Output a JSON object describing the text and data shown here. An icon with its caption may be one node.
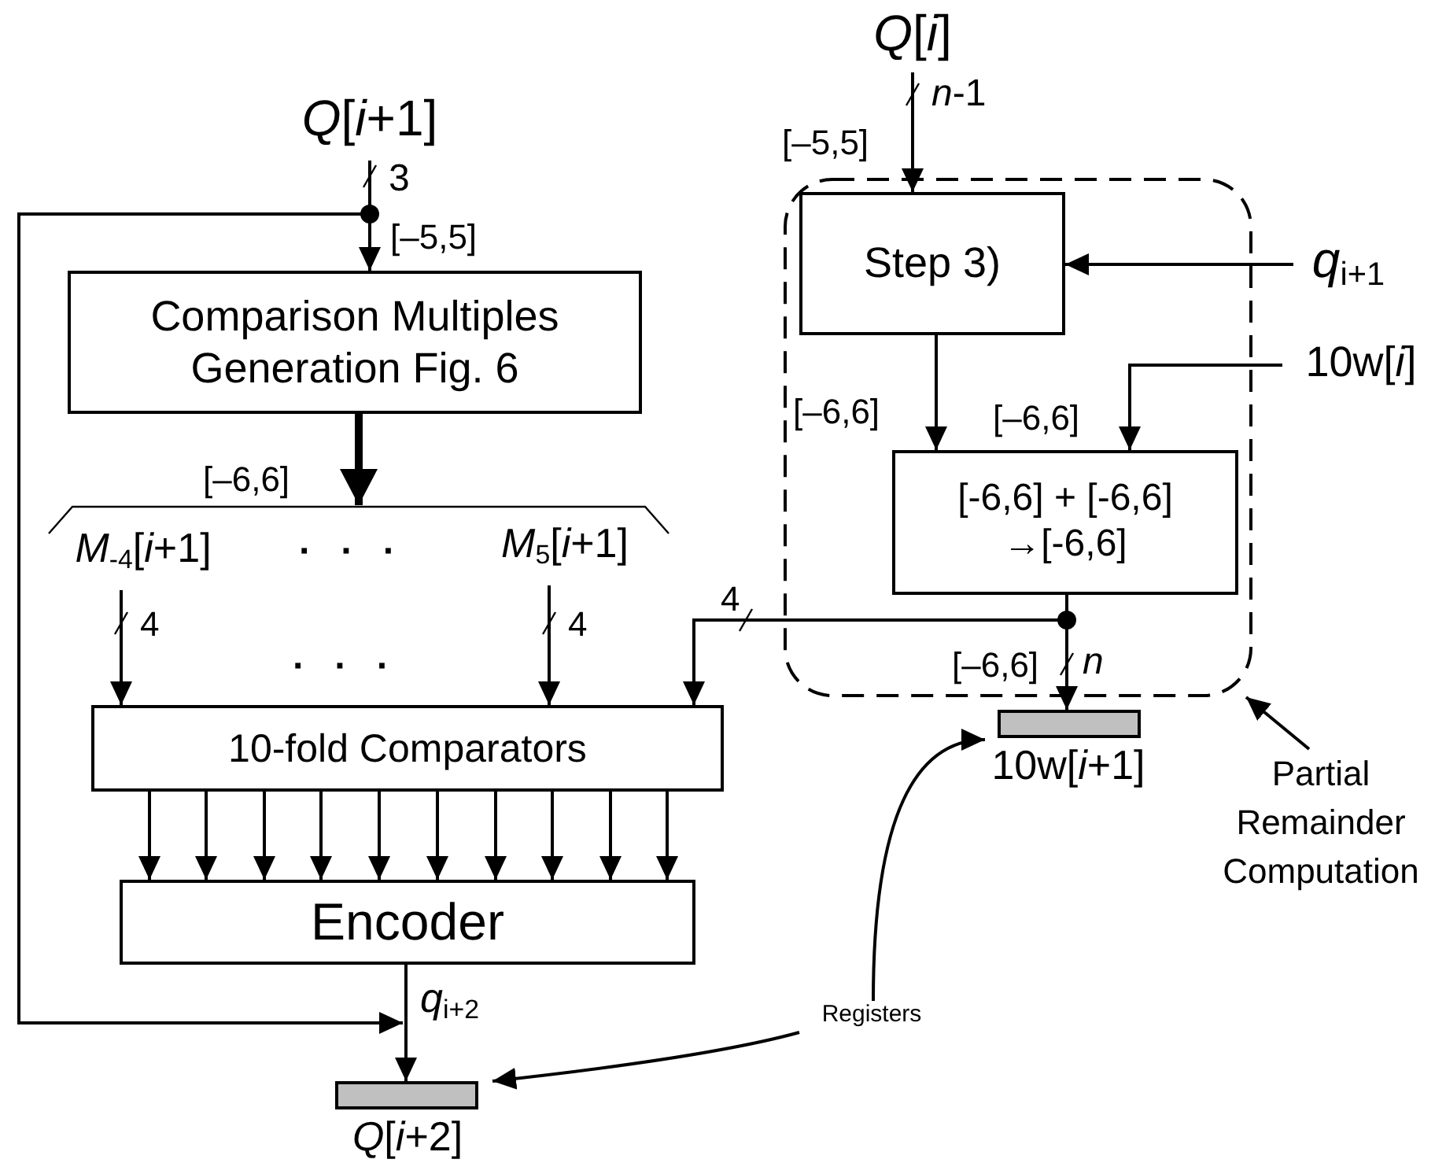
{
  "diagram": {
    "nodes": [
      {
        "text": [
          "*Q*[*i*+1]"
        ]
      },
      {
        "text": [
          "Comparison Multiples Generation Fig. 6"
        ]
      },
      {
        "text": [],
        "shape": "bracket"
      },
      {
        "text": [
          "*M*$_{-4}$[*i*+1]"
        ]
      },
      {
        "text": [
          "*M*$_{5}$[*i*+1]"
        ]
      },
      {
        "text": [
          "10-fold Comparators"
        ]
      },
      {
        "text": [
          "Encoder"
        ]
      },
      {
        "text": [
          "*Q*[*i*+2]"
        ]
      },
      {
        "text": [
          "*Q*[*i*]"
        ]
      },
      {
        "text": [],
        "shape": "box"
      },
      {
        "text": [
          "Step 3)"
        ],
        "in": 9
      },
      {
        "text": [
          "*q*$_{i+1}$"
        ]
      },
      {
        "text": [
          "10w[*i*]"
        ]
      },
      {
        "text": [
          "[-6,6] + [-6,6] →[-6,6]"
        ],
        "in": 9
      },
      {
        "text": [
          "10w[*i*+1]"
        ]
      },
      {
        "text": [
          "Partial Remainder Computation"
        ]
      },
      {
        "text": [
          "Registers"
        ]
      }
    ],
    "edges": [
      {
        "from": 0,
        "to": 1,
        "arrow": "to",
        "label": "[–5,5]"
      },
      {
        "from": 0,
        "to": 7,
        "arrow": "to"
      },
      {
        "from": 1,
        "to": 2,
        "arrow": "to",
        "style": "thick",
        "label": "[–6,6]"
      },
      {
        "from": 3,
        "to": 5,
        "arrow": "to"
      },
      {
        "from": 4,
        "to": 5,
        "arrow": "to"
      },
      {
        "from": 13,
        "to": 5,
        "arrow": "to"
      },
      {
        "from": 5,
        "to": 6,
        "arrow": "to"
      },
      {
        "from": 5,
        "to": 6,
        "arrow": "to"
      },
      {
        "from": 5,
        "to": 6,
        "arrow": "to"
      },
      {
        "from": 5,
        "to": 6,
        "arrow": "to"
      },
      {
        "from": 5,
        "to": 6,
        "arrow": "to"
      },
      {
        "from": 5,
        "to": 6,
        "arrow": "to"
      },
      {
        "from": 5,
        "to": 6,
        "arrow": "to"
      },
      {
        "from": 5,
        "to": 6,
        "arrow": "to"
      },
      {
        "from": 5,
        "to": 6,
        "arrow": "to"
      },
      {
        "from": 5,
        "to": 6,
        "arrow": "to"
      },
      {
        "from": 6,
        "to": 7,
        "arrow": "to",
        "label": "*q*$_{i+2}$"
      },
      {
        "from": 8,
        "to": 10,
        "arrow": "to",
        "label": "[–5,5]"
      },
      {
        "from": 11,
        "to": 10,
        "arrow": "to"
      },
      {
        "from": 10,
        "to": 13,
        "arrow": "to",
        "label": "[–6,6]"
      },
      {
        "from": 12,
        "to": 13,
        "arrow": "to",
        "label": "[–6,6]"
      },
      {
        "from": 13,
        "to": 14,
        "arrow": "to",
        "label": "[–6,6]"
      },
      {
        "from": 15,
        "to": 9,
        "arrow": "to"
      },
      {
        "from": 16,
        "to": 14,
        "arrow": "to"
      },
      {
        "from": 16,
        "to": 7,
        "arrow": "to"
      }
    ],
    "labels": [
      "3",
      "· · ·",
      "· · ·",
      "4",
      "4",
      "4",
      "*n*-1",
      "n"
    ]
  }
}
